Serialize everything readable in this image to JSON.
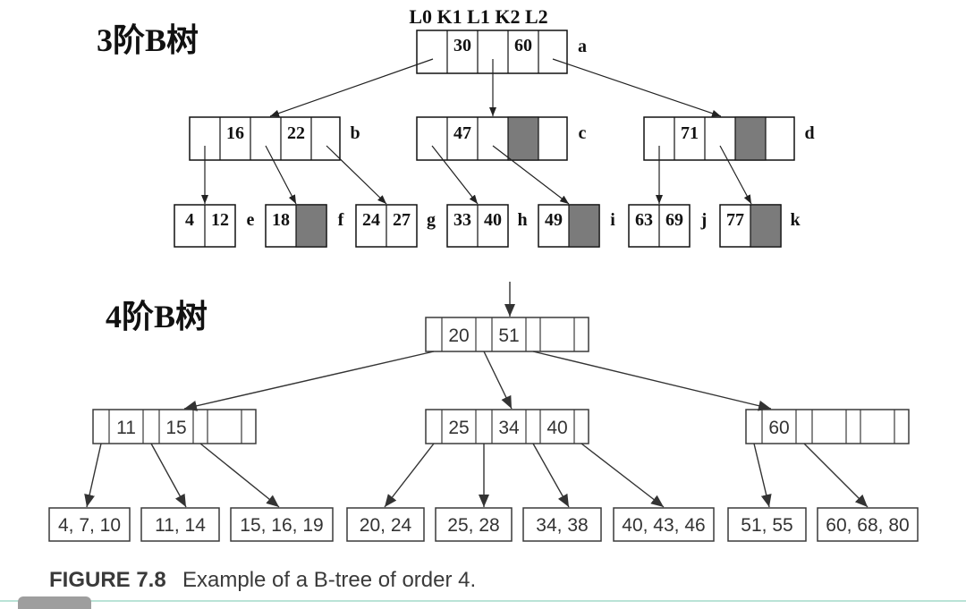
{
  "order3": {
    "title": "3阶B树",
    "header": "L0 K1 L1 K2 L2",
    "nodes": {
      "a": {
        "label": "a",
        "keys": [
          "30",
          "60"
        ]
      },
      "b": {
        "label": "b",
        "keys": [
          "16",
          "22"
        ]
      },
      "c": {
        "label": "c",
        "keys": [
          "47"
        ]
      },
      "d": {
        "label": "d",
        "keys": [
          "71"
        ]
      },
      "e": {
        "label": "e",
        "keys": [
          "4",
          "12"
        ]
      },
      "f": {
        "label": "f",
        "keys": [
          "18"
        ]
      },
      "g": {
        "label": "g",
        "keys": [
          "24",
          "27"
        ]
      },
      "h": {
        "label": "h",
        "keys": [
          "33",
          "40"
        ]
      },
      "i": {
        "label": "i",
        "keys": [
          "49"
        ]
      },
      "j": {
        "label": "j",
        "keys": [
          "63",
          "69"
        ]
      },
      "k": {
        "label": "k",
        "keys": [
          "77"
        ]
      }
    }
  },
  "order4": {
    "title": "4阶B树",
    "root": {
      "keys": [
        "20",
        "51"
      ]
    },
    "internal": [
      {
        "keys": [
          "11",
          "15"
        ]
      },
      {
        "keys": [
          "25",
          "34",
          "40"
        ]
      },
      {
        "keys": [
          "60"
        ]
      }
    ],
    "leaves": [
      "4, 7, 10",
      "11, 14",
      "15, 16, 19",
      "20, 24",
      "25, 28",
      "34, 38",
      "40, 43, 46",
      "51, 55",
      "60, 68, 80"
    ]
  },
  "caption": {
    "figure": "FIGURE 7.8",
    "text": "Example of a B-tree of order 4."
  },
  "colors": {
    "empty_slot": "#7b7b7b",
    "line": "#111111",
    "text": "#333333",
    "scroll_track": "#b9e3d6",
    "scroll_thumb": "#9e9e9e"
  }
}
